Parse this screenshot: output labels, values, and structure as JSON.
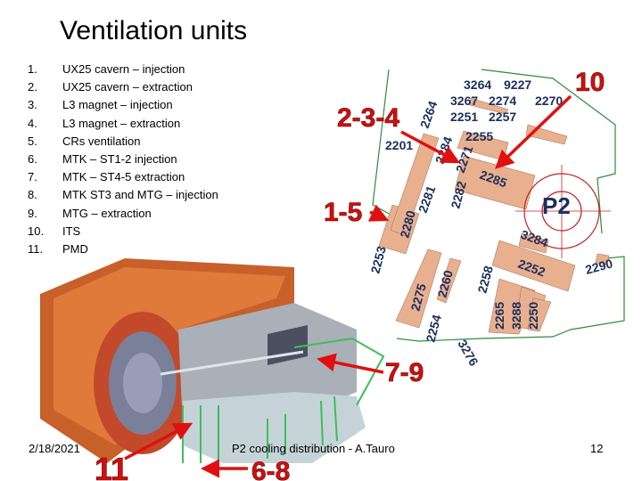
{
  "title": "Ventilation units",
  "items": [
    {
      "num": "1.",
      "text": "UX25 cavern – injection"
    },
    {
      "num": "2.",
      "text": "UX25 cavern – extraction"
    },
    {
      "num": "3.",
      "text": "L3 magnet – injection"
    },
    {
      "num": "4.",
      "text": "L3 magnet – extraction"
    },
    {
      "num": "5.",
      "text": "CRs ventilation"
    },
    {
      "num": "6.",
      "text": "MTK – ST1-2 injection"
    },
    {
      "num": "7.",
      "text": "MTK – ST4-5 extraction"
    },
    {
      "num": "8.",
      "text": "MTK ST3 and MTG – injection"
    },
    {
      "num": "9.",
      "text": "MTG – extraction"
    },
    {
      "num": "10.",
      "text": "ITS"
    },
    {
      "num": "11.",
      "text": "PMD"
    }
  ],
  "map": {
    "site_label": "P2",
    "buildings": [
      "3264",
      "9227",
      "3267",
      "2274",
      "2270",
      "2251",
      "2257",
      "2255",
      "2264",
      "2201",
      "2284",
      "2271",
      "2281",
      "2282",
      "2285",
      "2280",
      "2253",
      "3284",
      "2252",
      "2290",
      "2275",
      "2260",
      "2258",
      "2265",
      "3288",
      "2250",
      "2254",
      "3276"
    ]
  },
  "callouts": {
    "its": "10",
    "ux25_l3": "2-3-4",
    "cavern_cr": "1-5",
    "mtg": "7-9",
    "mtk": "6-8",
    "pmd": "11"
  },
  "footer": {
    "date": "2/18/2021",
    "center": "P2 cooling distribution - A.Tauro",
    "page": "12"
  },
  "colors": {
    "building": "#e8b08f",
    "callout": "#d01010",
    "label": "#1c2f5c",
    "site_border": "#2e8b3e"
  }
}
